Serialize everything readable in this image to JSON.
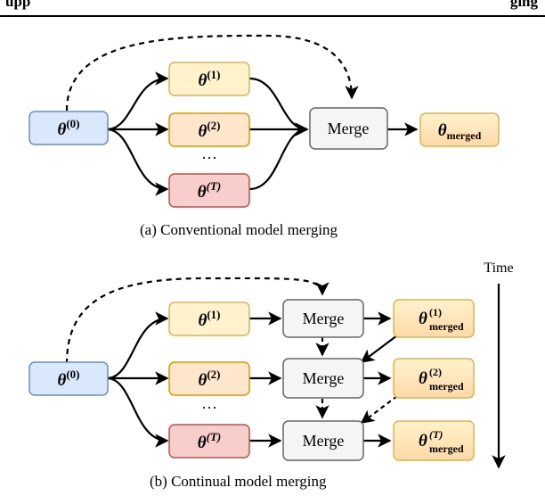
{
  "header": {
    "left_text": "upp",
    "right_text": "ging"
  },
  "diagram_a": {
    "caption": "(a) Conventional model merging",
    "init": {
      "sym": "θ",
      "sup": "(0)"
    },
    "models": [
      {
        "sym": "θ",
        "sup": "(1)"
      },
      {
        "sym": "θ",
        "sup": "(2)"
      },
      {
        "sym": "θ",
        "sup": "(T)"
      }
    ],
    "ellipsis": "···",
    "merge_label": "Merge",
    "output": {
      "sym": "θ",
      "sub": "merged"
    }
  },
  "diagram_b": {
    "caption": "(b) Continual model merging",
    "time_label": "Time",
    "init": {
      "sym": "θ",
      "sup": "(0)"
    },
    "models": [
      {
        "sym": "θ",
        "sup": "(1)"
      },
      {
        "sym": "θ",
        "sup": "(2)"
      },
      {
        "sym": "θ",
        "sup": "(T)"
      }
    ],
    "ellipsis": "···",
    "merge_label": "Merge",
    "outputs": [
      {
        "sym": "θ",
        "sup": "(1)",
        "sub": "merged"
      },
      {
        "sym": "θ",
        "sup": "(2)",
        "sub": "merged"
      },
      {
        "sym": "θ",
        "sup": "(T)",
        "sub": "merged"
      }
    ]
  },
  "colors": {
    "blue_fill": "#dae8fc",
    "blue_stroke": "#6c8ebf",
    "yellow_fill": "#fff2cc",
    "yellow_stroke": "#d6b656",
    "orange_fill": "#ffe6cc",
    "orange_stroke": "#d79b00",
    "red_fill": "#f8cecc",
    "red_stroke": "#b85450",
    "gray_fill": "#f5f5f5",
    "gray_stroke": "#666666",
    "output_fill": "#fff2cc",
    "output_stroke": "#d6b656"
  }
}
